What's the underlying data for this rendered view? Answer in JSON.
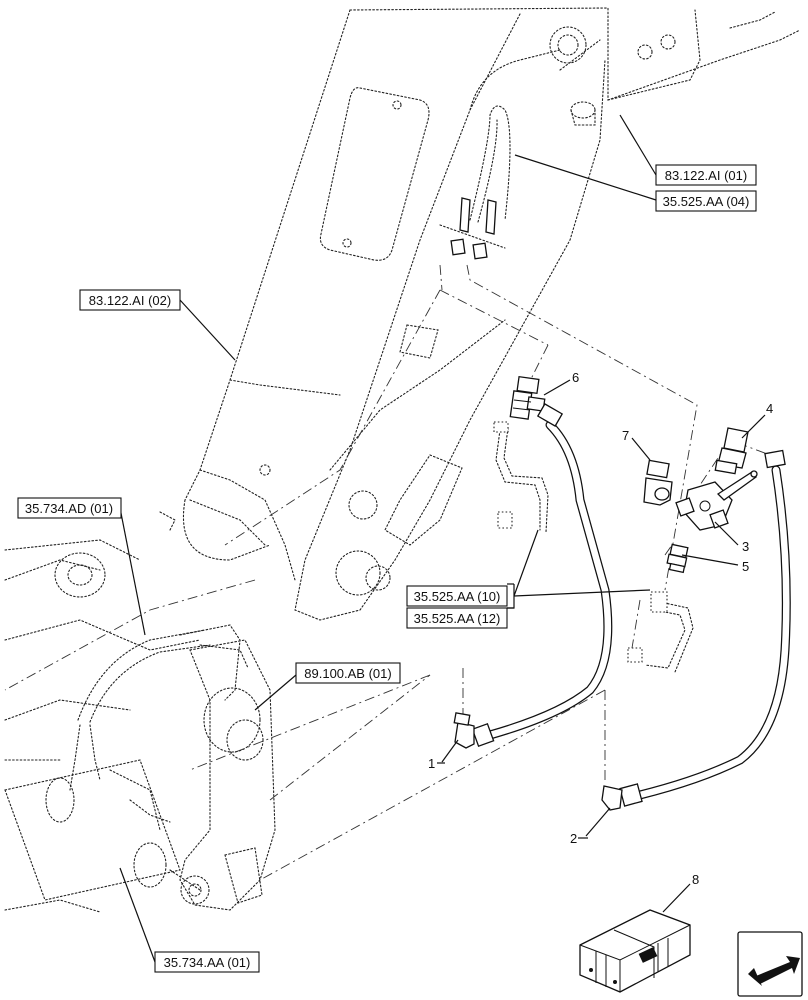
{
  "refs": {
    "r1": "83.122.AI (01)",
    "r2": "35.525.AA (04)",
    "r3": "83.122.AI (02)",
    "r4": "35.734.AD (01)",
    "r5": "35.525.AA (10)",
    "r6": "35.525.AA (12)",
    "r7": "89.100.AB (01)",
    "r8": "35.734.AA (01)"
  },
  "callouts": {
    "c1": "1",
    "c2": "2",
    "c3": "3",
    "c4": "4",
    "c5": "5",
    "c6": "6",
    "c7": "7",
    "c8": "8"
  },
  "icons": {
    "kit": "parts-kit-box-icon",
    "nav": "next-page-arrow-icon"
  }
}
